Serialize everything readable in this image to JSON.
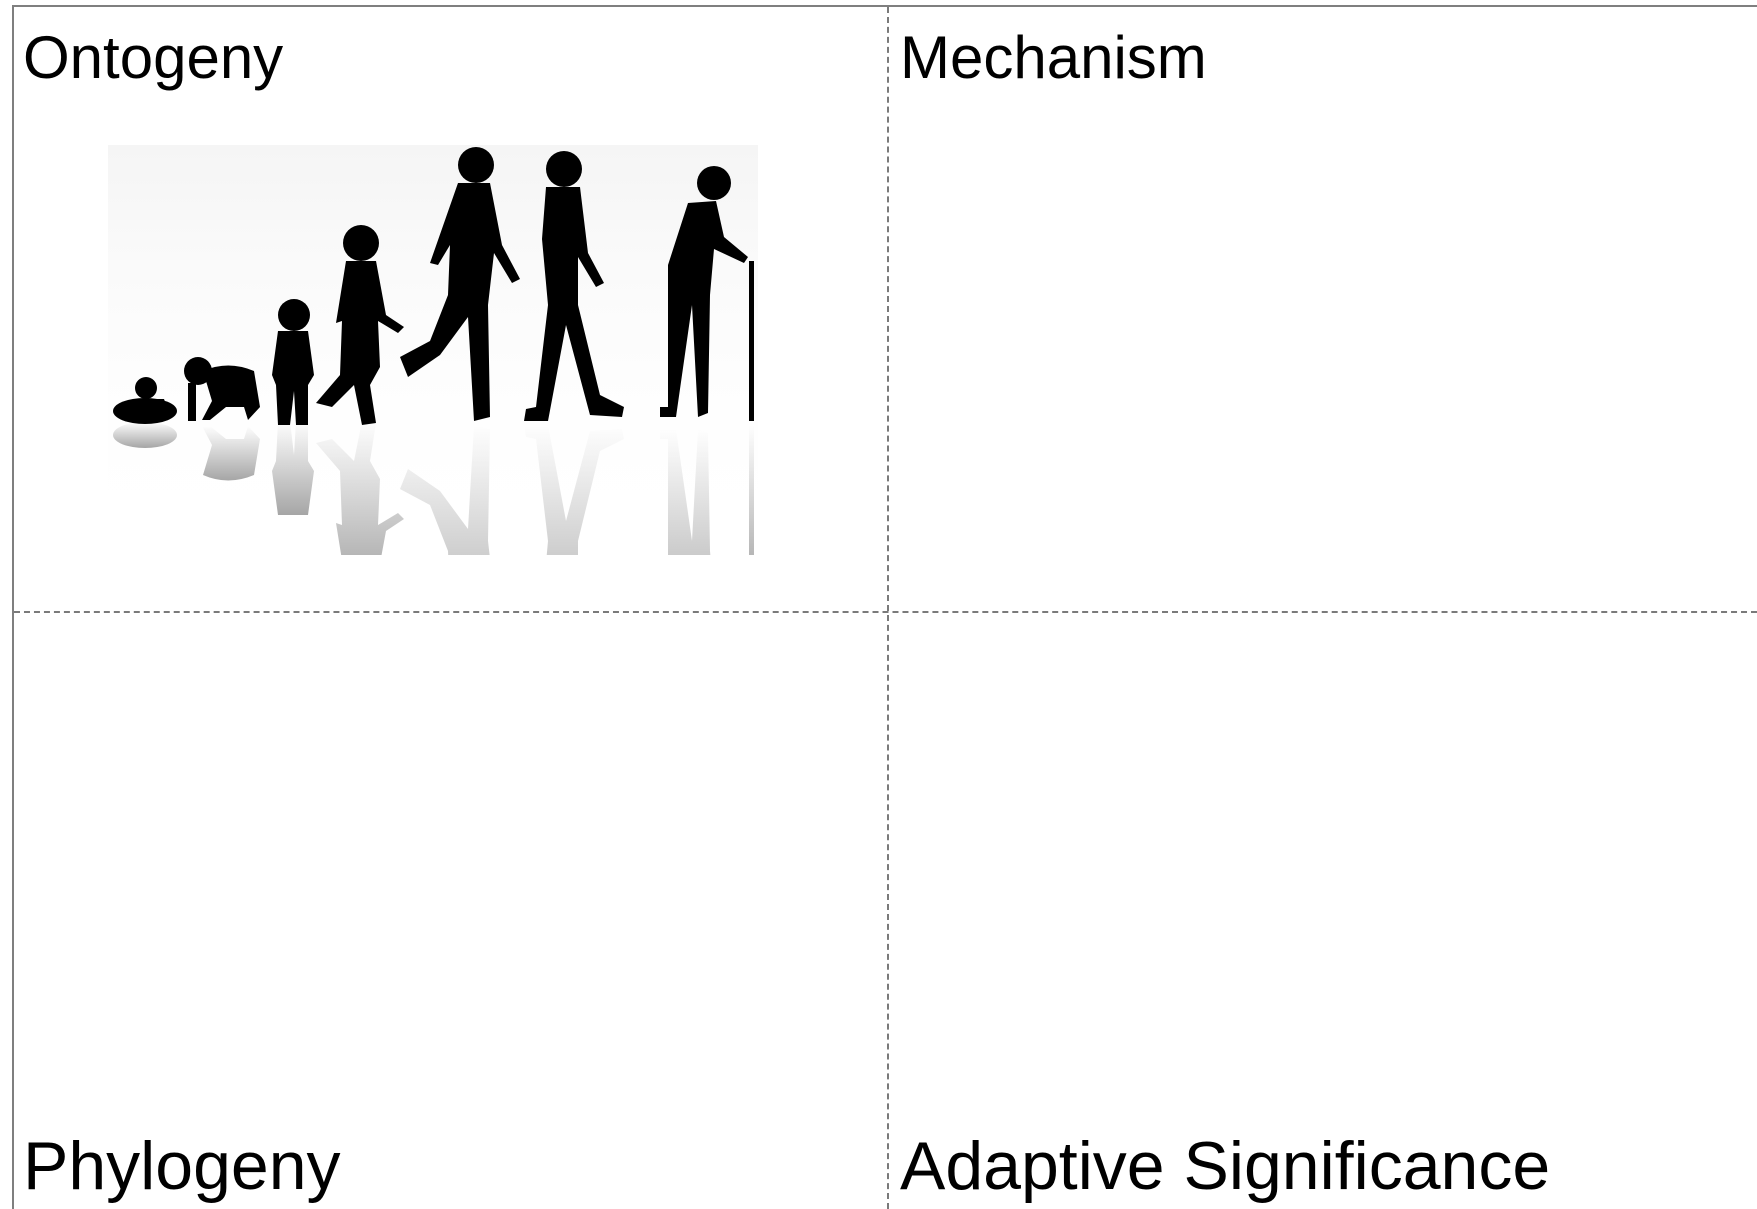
{
  "quadrants": {
    "top_left": {
      "label": "Ontogeny"
    },
    "top_right": {
      "label": "Mechanism"
    },
    "bottom_left": {
      "label": "Phylogeny"
    },
    "bottom_right": {
      "label": "Adaptive Significance"
    }
  },
  "illustration": {
    "subject": "human life stages silhouettes",
    "fill": "#000000",
    "reflection_fade": "#ffffff"
  }
}
